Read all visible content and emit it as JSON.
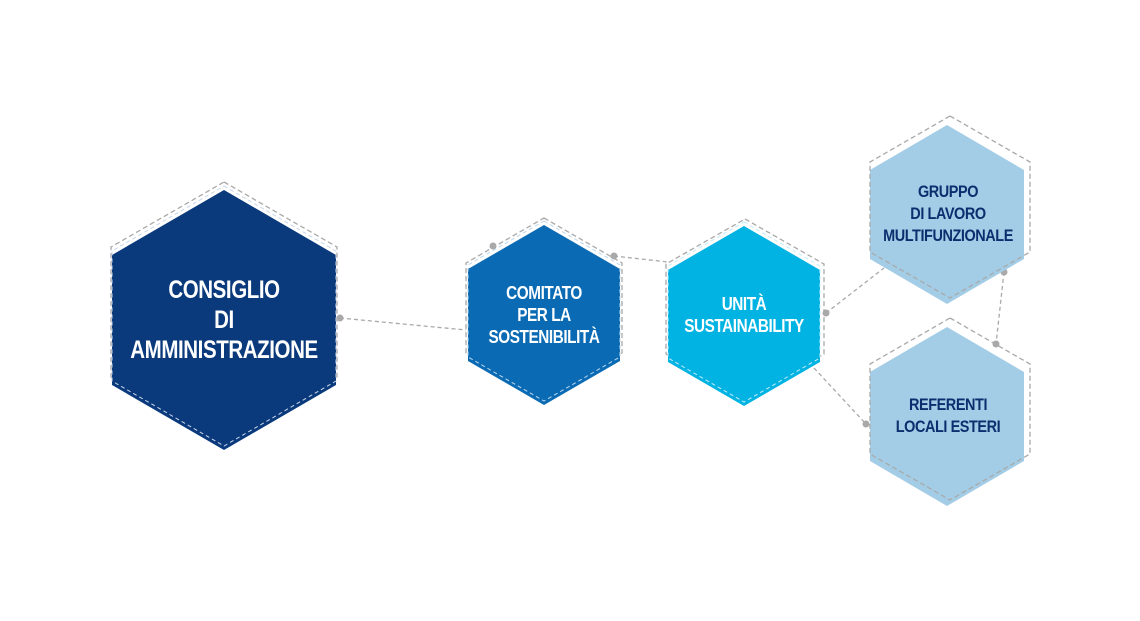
{
  "colors": {
    "cda": "#0a3a7c",
    "comitato": "#0a6bb4",
    "unita": "#00b3e3",
    "light": "#a3cde6",
    "outline": "#a9a9a9",
    "dark_text": "#0b2f6e",
    "white_text": "#ffffff"
  },
  "nodes": {
    "cda": {
      "lines": [
        "CONSIGLIO",
        "DI",
        "AMMINISTRAZIONE"
      ]
    },
    "comitato": {
      "lines": [
        "COMITATO",
        "PER LA",
        "SOSTENIBILITÀ"
      ]
    },
    "unita": {
      "lines": [
        "UNITÀ",
        "SUSTAINABILITY"
      ]
    },
    "gruppo": {
      "lines": [
        "GRUPPO",
        "DI LAVORO",
        "MULTIFUNZIONALE"
      ]
    },
    "referenti": {
      "lines": [
        "REFERENTI",
        "LOCALI ESTERI"
      ]
    }
  }
}
